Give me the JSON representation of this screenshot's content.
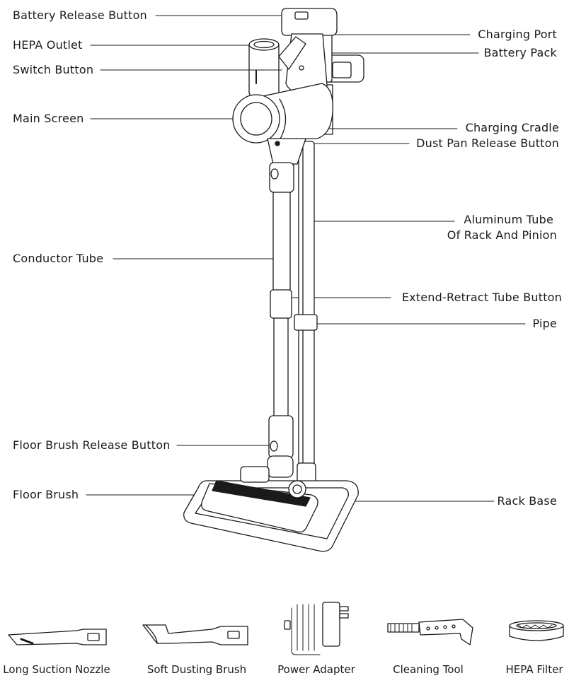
{
  "parts_left": [
    "Battery Release Button",
    "HEPA Outlet",
    "Switch Button",
    "Main Screen",
    "Conductor Tube",
    "Floor Brush Release Button",
    "Floor Brush"
  ],
  "parts_right": [
    "Charging Port",
    "Battery Pack",
    "Charging Cradle",
    "Dust Pan Release Button",
    "Aluminum Tube",
    "Of Rack And Pinion",
    "Extend-Retract Tube Button",
    "Pipe",
    "Rack Base"
  ],
  "accessories": [
    "Long Suction Nozzle",
    "Soft Dusting Brush",
    "Power Adapter",
    "Cleaning Tool",
    "HEPA Filter"
  ]
}
